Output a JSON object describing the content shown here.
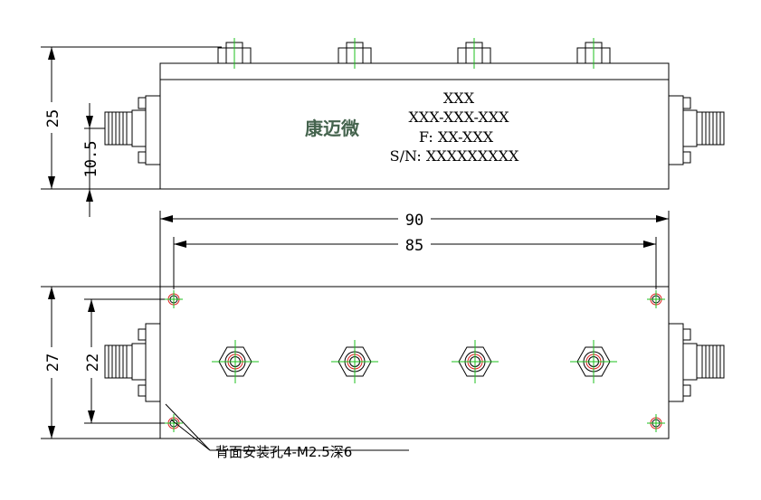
{
  "colors": {
    "outline": "#000000",
    "centerline": "#1cc21c",
    "hole": "#e02020",
    "brand": "#44634d"
  },
  "top_view": {
    "brand": "康迈微",
    "label_lines": [
      "XXX",
      "XXX-XXX-XXX",
      "F: XX-XXX",
      "S/N: XXXXXXXXX"
    ],
    "dim_height": "25",
    "dim_connector": "10.5"
  },
  "bottom_view": {
    "dim_length": "90",
    "dim_hole_pitch": "85",
    "dim_width": "27",
    "dim_hole_span": "22",
    "callout": "背面安装孔4-M2.5深6"
  }
}
